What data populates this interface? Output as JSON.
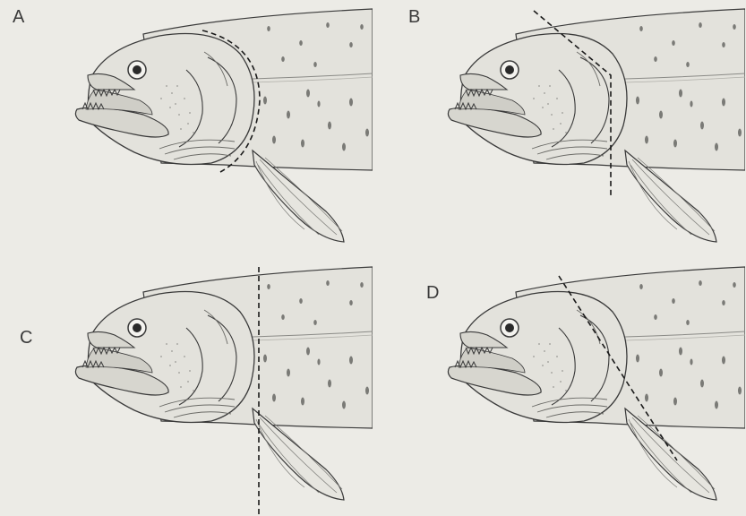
{
  "panels": [
    {
      "label": "A",
      "cut": "curved"
    },
    {
      "label": "B",
      "cut": "angled"
    },
    {
      "label": "C",
      "cut": "straight"
    },
    {
      "label": "D",
      "cut": "diagonal"
    }
  ],
  "colors": {
    "background": "#ecebe6",
    "fish_body": "#e3e2dc",
    "outline": "#3a3a3a",
    "cut_line": "#1a1a1a"
  }
}
